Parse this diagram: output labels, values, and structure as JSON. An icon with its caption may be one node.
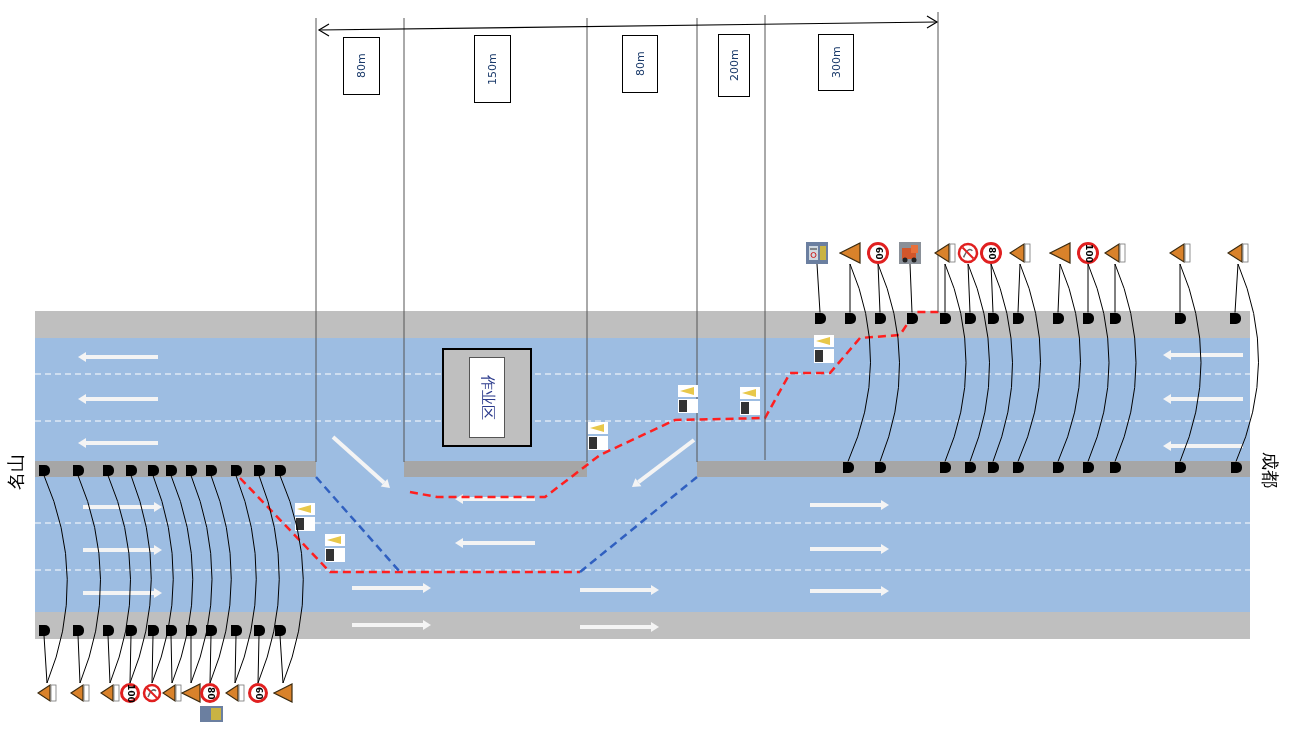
{
  "diagram": {
    "nodes": [
      {
        "text": [],
        "shape": "picture"
      },
      {
        "text": [],
        "shape": "triangle"
      },
      {
        "text": [
          "60"
        ]
      },
      {
        "text": [],
        "shape": "picture"
      },
      {
        "text": [],
        "shape": "sign"
      },
      {
        "text": [],
        "shape": "circle"
      },
      {
        "text": [
          "80"
        ]
      },
      {
        "text": [],
        "shape": "sign"
      },
      {
        "text": [],
        "shape": "triangle"
      },
      {
        "text": [
          "100"
        ]
      },
      {
        "text": [],
        "shape": "sign"
      },
      {
        "text": [],
        "shape": "sign"
      },
      {
        "text": [],
        "shape": "sign"
      },
      {
        "text": [],
        "shape": "box"
      },
      {
        "text": [],
        "shape": "box"
      },
      {
        "text": [],
        "shape": "box"
      },
      {
        "text": [],
        "shape": "box"
      },
      {
        "text": [],
        "shape": "box"
      },
      {
        "text": [],
        "shape": "box"
      },
      {
        "text": [],
        "shape": "box"
      },
      {
        "text": [],
        "shape": "box"
      },
      {
        "text": [],
        "shape": "box"
      },
      {
        "text": [],
        "shape": "box"
      },
      {
        "text": [],
        "shape": "box"
      },
      {
        "text": [],
        "shape": "box"
      },
      {
        "text": [],
        "shape": "box"
      },
      {
        "text": [
          "作业区"
        ]
      },
      {
        "text": [],
        "shape": "box"
      },
      {
        "text": [],
        "shape": "box"
      },
      {
        "text": [],
        "shape": "box"
      },
      {
        "text": [],
        "shape": "box"
      },
      {
        "text": [],
        "shape": "box"
      },
      {
        "text": [],
        "shape": "box"
      },
      {
        "text": [],
        "shape": "box"
      },
      {
        "text": [],
        "shape": "box"
      },
      {
        "text": [],
        "shape": "box"
      },
      {
        "text": [],
        "shape": "box"
      },
      {
        "text": [],
        "shape": "box"
      },
      {
        "text": [],
        "shape": "box"
      },
      {
        "text": [],
        "shape": "box"
      },
      {
        "text": [],
        "shape": "box"
      },
      {
        "text": [],
        "shape": "box"
      },
      {
        "text": [],
        "shape": "box"
      },
      {
        "text": [],
        "shape": "box"
      },
      {
        "text": [],
        "shape": "box"
      },
      {
        "text": [],
        "shape": "box"
      },
      {
        "text": [],
        "shape": "box"
      },
      {
        "text": [],
        "shape": "box"
      },
      {
        "text": [],
        "shape": "box"
      },
      {
        "text": [],
        "shape": "box"
      },
      {
        "text": [],
        "shape": "box"
      },
      {
        "text": [],
        "shape": "box"
      },
      {
        "text": [],
        "shape": "box"
      },
      {
        "text": [],
        "shape": "box"
      },
      {
        "text": [],
        "shape": "box"
      },
      {
        "text": [],
        "shape": "box"
      },
      {
        "text": [],
        "shape": "box"
      },
      {
        "text": [],
        "shape": "box"
      },
      {
        "text": [],
        "shape": "box"
      },
      {
        "text": [],
        "shape": "box"
      },
      {
        "text": [],
        "shape": "sign"
      },
      {
        "text": [],
        "shape": "sign"
      },
      {
        "text": [],
        "shape": "sign"
      },
      {
        "text": [
          "100"
        ]
      },
      {
        "text": [],
        "shape": "circle"
      },
      {
        "text": [],
        "shape": "sign"
      },
      {
        "text": [],
        "shape": "triangle"
      },
      {
        "text": [
          "80"
        ]
      },
      {
        "text": [],
        "shape": "sign"
      },
      {
        "text": [
          "60"
        ]
      },
      {
        "text": [],
        "shape": "triangle"
      }
    ],
    "edges": [
      {
        "from": 0,
        "to": 13,
        "arrow": "none"
      },
      {
        "from": 1,
        "to": 14,
        "arrow": "none"
      },
      {
        "from": 2,
        "to": 15,
        "arrow": "none"
      },
      {
        "from": 3,
        "to": 16,
        "arrow": "none"
      },
      {
        "from": 4,
        "to": 17,
        "arrow": "none"
      },
      {
        "from": 5,
        "to": 18,
        "arrow": "none"
      },
      {
        "from": 6,
        "to": 19,
        "arrow": "none"
      },
      {
        "from": 7,
        "to": 20,
        "arrow": "none"
      },
      {
        "from": 8,
        "to": 21,
        "arrow": "none"
      },
      {
        "from": 9,
        "to": 22,
        "arrow": "none"
      },
      {
        "from": 10,
        "to": 23,
        "arrow": "none"
      },
      {
        "from": 11,
        "to": 24,
        "arrow": "none"
      },
      {
        "from": 12,
        "to": 25,
        "arrow": "none"
      },
      {
        "from": 1,
        "to": 38,
        "arrow": "none"
      },
      {
        "from": 2,
        "to": 39,
        "arrow": "none"
      },
      {
        "from": 4,
        "to": 40,
        "arrow": "none"
      },
      {
        "from": 5,
        "to": 41,
        "arrow": "none"
      },
      {
        "from": 6,
        "to": 42,
        "arrow": "none"
      },
      {
        "from": 7,
        "to": 43,
        "arrow": "none"
      },
      {
        "from": 8,
        "to": 44,
        "arrow": "none"
      },
      {
        "from": 9,
        "to": 45,
        "arrow": "none"
      },
      {
        "from": 10,
        "to": 46,
        "arrow": "none"
      },
      {
        "from": 11,
        "to": 47,
        "arrow": "none"
      },
      {
        "from": 12,
        "to": 48,
        "arrow": "none"
      },
      {
        "from": 60,
        "to": 49,
        "arrow": "none"
      },
      {
        "from": 61,
        "to": 50,
        "arrow": "none"
      },
      {
        "from": 62,
        "to": 51,
        "arrow": "none"
      },
      {
        "from": 63,
        "to": 52,
        "arrow": "none"
      },
      {
        "from": 64,
        "to": 53,
        "arrow": "none"
      },
      {
        "from": 65,
        "to": 54,
        "arrow": "none"
      },
      {
        "from": 66,
        "to": 55,
        "arrow": "none"
      },
      {
        "from": 67,
        "to": 56,
        "arrow": "none"
      },
      {
        "from": 68,
        "to": 57,
        "arrow": "none"
      },
      {
        "from": 69,
        "to": 58,
        "arrow": "none"
      },
      {
        "from": 70,
        "to": 59,
        "arrow": "none"
      },
      {
        "from": 60,
        "to": 27,
        "arrow": "none"
      },
      {
        "from": 61,
        "to": 28,
        "arrow": "none"
      },
      {
        "from": 62,
        "to": 29,
        "arrow": "none"
      },
      {
        "from": 63,
        "to": 30,
        "arrow": "none"
      },
      {
        "from": 64,
        "to": 31,
        "arrow": "none"
      },
      {
        "from": 65,
        "to": 32,
        "arrow": "none"
      },
      {
        "from": 66,
        "to": 33,
        "arrow": "none"
      },
      {
        "from": 67,
        "to": 34,
        "arrow": "none"
      },
      {
        "from": 68,
        "to": 35,
        "arrow": "none"
      },
      {
        "from": 69,
        "to": 36,
        "arrow": "none"
      },
      {
        "from": 70,
        "to": 37,
        "arrow": "none"
      }
    ],
    "labels": [
      "80m",
      "150m",
      "80m",
      "200m",
      "300m",
      "名山",
      "成都"
    ]
  }
}
